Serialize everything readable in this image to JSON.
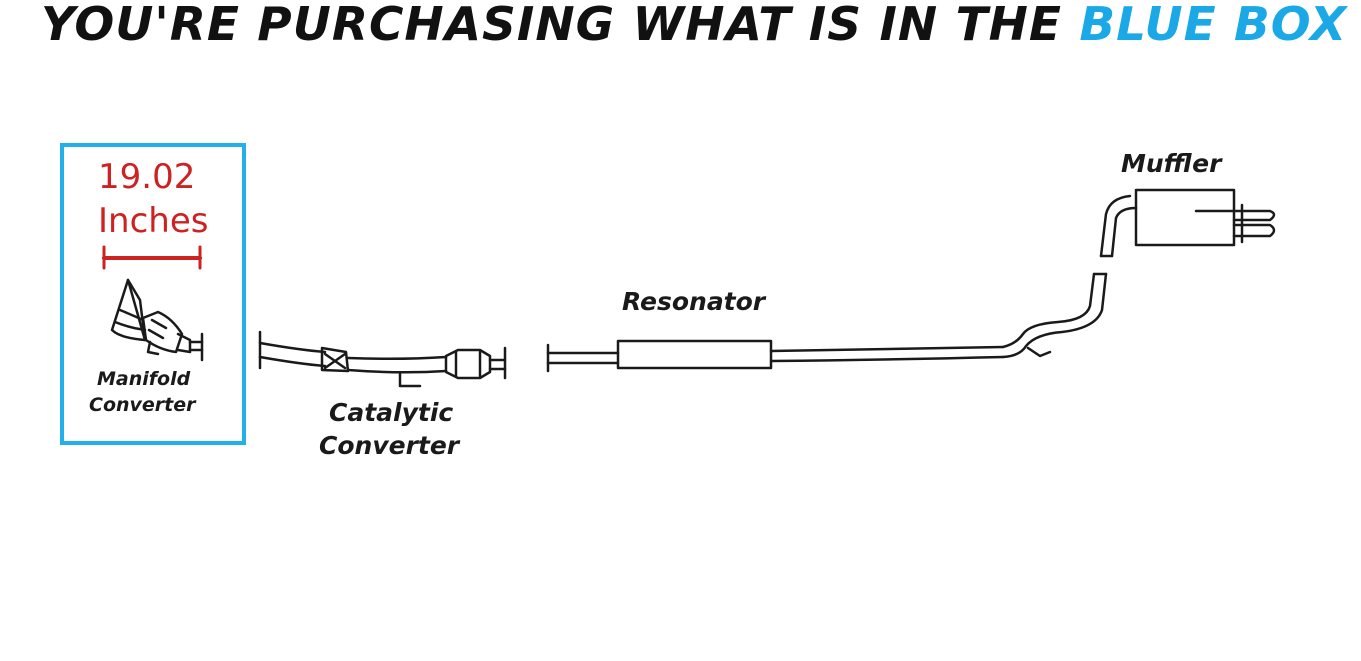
{
  "header": {
    "text_main": "YOU'RE PURCHASING WHAT IS IN THE ",
    "text_highlight": "BLUE BOX"
  },
  "colors": {
    "highlight_blue": "#1aa8e6",
    "box_border": "#22b0ea",
    "measure_red": "#cc2222",
    "line_dark": "#1a1a1a"
  },
  "measurement": {
    "value": "19.02",
    "unit": "Inches"
  },
  "parts": {
    "manifold_line1": "Manifold",
    "manifold_line2": "Converter",
    "catalytic_line1": "Catalytic",
    "catalytic_line2": "Converter",
    "resonator": "Resonator",
    "muffler": "Muffler"
  }
}
